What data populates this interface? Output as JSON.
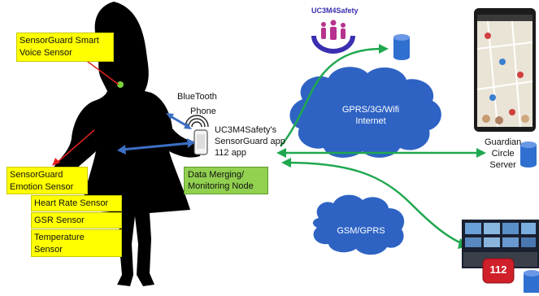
{
  "labels": {
    "voice_sensor": [
      "SensorGuard Smart",
      "Voice Sensor"
    ],
    "emotion_sensor": [
      "SensorGuard",
      "Emotion Sensor"
    ],
    "heart_rate_sensor": "Heart Rate Sensor",
    "gsr_sensor": "GSR Sensor",
    "temperature_sensor": [
      "Temperature",
      "Sensor"
    ],
    "bluetooth_phone": [
      "BlueTooth",
      "Phone"
    ],
    "app_label": [
      "UC3M4Safety's",
      "SensorGuard app",
      "112 app"
    ],
    "data_node": [
      "Data Merging/",
      "Monitoring Node"
    ],
    "cloud_internet": [
      "GPRS/3G/Wifi",
      "Internet"
    ],
    "cloud_gsm": "GSM/GPRS",
    "guardian_server": [
      "Guardian",
      "Circle",
      "Server"
    ],
    "logo_text": "UC3M4Safety",
    "badge_112": "112"
  },
  "colors": {
    "label_fill": "#ffff00",
    "node_fill": "#92d050",
    "cloud_fill": "#2e63c4",
    "db_fill": "#2f6fd0",
    "arrow_green": "#1fa84f",
    "arrow_blue": "#3d6fc4",
    "arrow_red": "#e02020",
    "sensor_dot": "#7cd43a",
    "badge_red": "#d0202a"
  }
}
